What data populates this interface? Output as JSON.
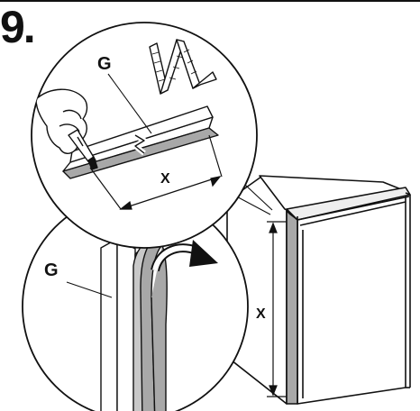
{
  "instruction": {
    "step_number": "9.",
    "labels": {
      "gasket_top": "G",
      "gasket_bottom": "G",
      "cut_length": "X",
      "cabinet_height": "X"
    }
  },
  "colors": {
    "ink": "#111111",
    "gasket_fill": "#a8a8a8",
    "gasket_fill_light": "#c8c8c8",
    "background": "#ffffff"
  },
  "icons": [
    "folding-ruler-icon",
    "hand-with-knife-icon",
    "peel-arrow-icon"
  ]
}
